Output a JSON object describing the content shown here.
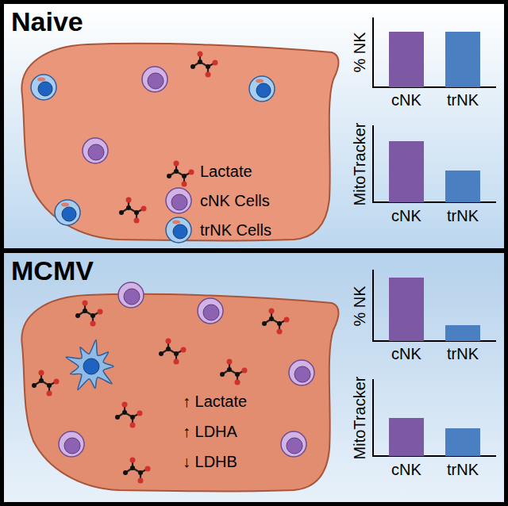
{
  "diagram": {
    "nodes": [
      {
        "text": [
          "Naive"
        ]
      },
      {
        "text": [
          "MCMV"
        ]
      }
    ],
    "labels": [
      "% NK",
      "cNK",
      "trNK",
      "MitoTracker",
      "cNK",
      "trNK",
      "% NK",
      "cNK",
      "trNK",
      "MitoTracker",
      "cNK",
      "trNK",
      "↑ Lactate",
      "↑ LDHA",
      "↓ LDHB"
    ],
    "legend": [
      {
        "text": "Lactate"
      },
      {
        "text": "cNK Cells"
      },
      {
        "text": "trNK Cells"
      }
    ]
  }
}
